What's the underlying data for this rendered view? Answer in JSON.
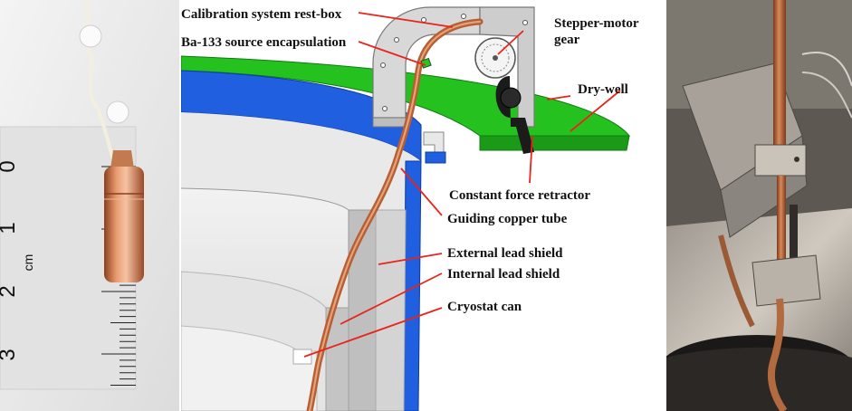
{
  "colors": {
    "copper": "#c46a3c",
    "shield_blue": "#1f5fe0",
    "drywell_green": "#25c21f",
    "lead_gray": "#d9d9d9",
    "leader_red": "#e8241c"
  },
  "ruler": {
    "numbers": [
      "0",
      "1",
      "2",
      "3"
    ],
    "unit": "cm"
  },
  "diagram": {
    "labels": {
      "rest_box": "Calibration system rest-box",
      "ba_source": "Ba-133 source encapsulation",
      "stepper_1": "Stepper-motor",
      "stepper_2": "gear",
      "dry_well": "Dry-well",
      "retractor": "Constant force retractor",
      "copper_tube": "Guiding copper tube",
      "external_shield": "External lead shield",
      "internal_shield": "Internal lead shield",
      "cryostat": "Cryostat can"
    }
  }
}
